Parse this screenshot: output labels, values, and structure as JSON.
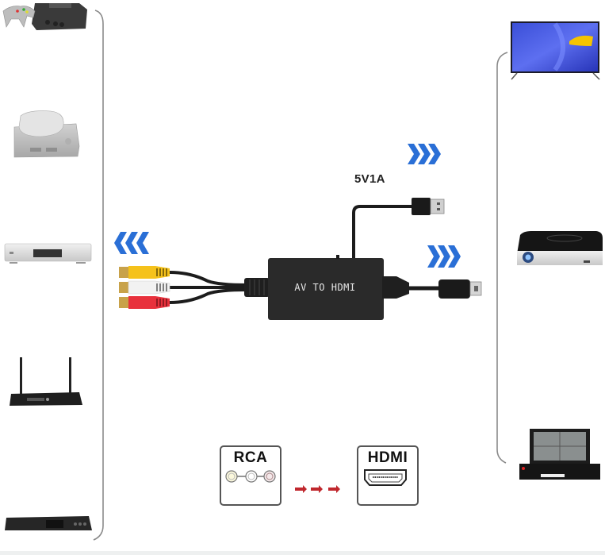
{
  "diagram": {
    "title": "AV to HDMI converter connection diagram",
    "converter": {
      "label": "AV TO HDMI",
      "power_label": "5V1A"
    },
    "input_devices": [
      {
        "name": "Game console (N64 style) with controller"
      },
      {
        "name": "Game console (PlayStation style)"
      },
      {
        "name": "DVD player (silver)"
      },
      {
        "name": "Set-top box with antennas"
      },
      {
        "name": "Blu-ray / media player (black)"
      }
    ],
    "output_devices": [
      {
        "name": "Flat-screen TV"
      },
      {
        "name": "Mini projector"
      },
      {
        "name": "Monitor DVR"
      }
    ],
    "legend": {
      "input_label": "RCA",
      "output_label": "HDMI",
      "rca_colors": [
        "#fbf8dc",
        "#ffffff",
        "#f4e8ea"
      ]
    },
    "colors": {
      "arrow_blue": "#2a6fd6",
      "arrow_red": "#c0272d",
      "cable_black": "#1c1c1c",
      "box_gray": "#2a2a2a",
      "rca_yellow": "#f5c21b",
      "rca_white": "#f2f2f2",
      "rca_red": "#e8313c",
      "bracket_gray": "#8a8a8a"
    }
  }
}
